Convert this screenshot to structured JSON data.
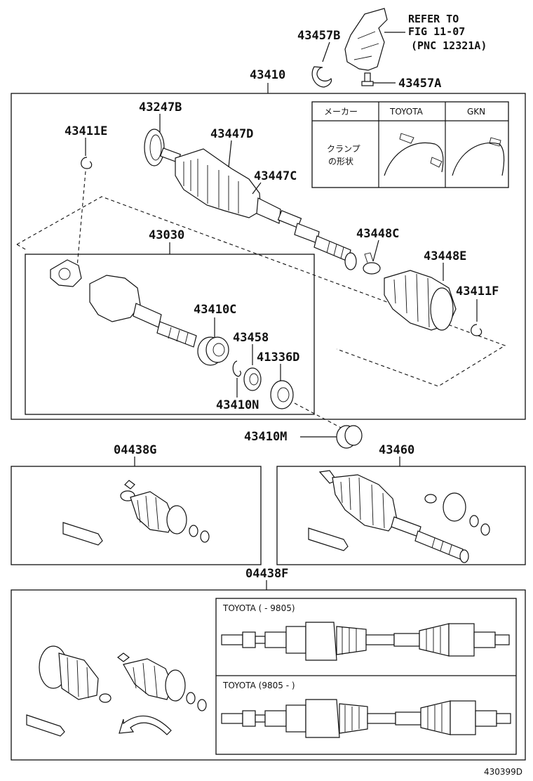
{
  "figure_id": "430399D",
  "refer": {
    "line1": "REFER TO",
    "line2": "FIG 11-07",
    "line3": "(PNC 12321A)"
  },
  "labels": {
    "p43457B": "43457B",
    "p43457A": "43457A",
    "p43410": "43410",
    "p43247B": "43247B",
    "p43411E": "43411E",
    "p43447D": "43447D",
    "p43447C": "43447C",
    "p43030": "43030",
    "p43448C": "43448C",
    "p43448E": "43448E",
    "p43411F": "43411F",
    "p43410C": "43410C",
    "p43458": "43458",
    "p41336D": "41336D",
    "p43410N": "43410N",
    "p43410M": "43410M",
    "p04438G": "04438G",
    "p43460": "43460",
    "p04438F": "04438F"
  },
  "clamp_table": {
    "maker_header": "メーカー",
    "col_toyota": "TOYOTA",
    "col_gkn": "GKN",
    "row_label_line1": "クランプ",
    "row_label_line2": "の形状"
  },
  "variants": {
    "v1": "TOYOTA (        - 9805)",
    "v2": "TOYOTA (9805 -        )"
  }
}
